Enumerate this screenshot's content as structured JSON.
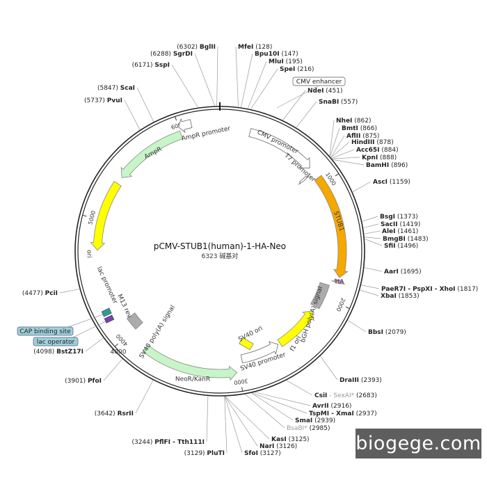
{
  "plasmid": {
    "name": "pCMV-STUB1(human)-1-HA-Neo",
    "size_text": "6323 碱基对",
    "length": 6323
  },
  "ticks": [
    {
      "pos": 1000,
      "label": "1000"
    },
    {
      "pos": 2000,
      "label": "2000"
    },
    {
      "pos": 3000,
      "label": "3000"
    },
    {
      "pos": 4000,
      "label": "4000"
    },
    {
      "pos": 5000,
      "label": "5000"
    },
    {
      "pos": 6000,
      "label": "6000"
    }
  ],
  "features": [
    {
      "name": "CMV promoter",
      "label": "CMV promoter",
      "start": 250,
      "end": 830,
      "track": "r4",
      "style": "outline",
      "color": "#ffffff"
    },
    {
      "name": "T7 promoter",
      "label": "T7 promoter",
      "start": 860,
      "end": 880,
      "track": "r3",
      "style": "outline",
      "color": "#ffffff"
    },
    {
      "name": "STUB1",
      "label": "STUB1",
      "start": 935,
      "end": 1800,
      "track": "r2",
      "style": "fill",
      "color": "#f5a800"
    },
    {
      "name": "HA",
      "label": "HA",
      "start": 1820,
      "end": 1850,
      "track": "r2",
      "style": "fill",
      "color": "#d7a0e0"
    },
    {
      "name": "bGH poly(A) signal",
      "label": "bGH poly(A) signal",
      "start": 1885,
      "end": 2110,
      "track": "r3",
      "style": "box",
      "color": "#a9abad"
    },
    {
      "name": "f1 ori",
      "label": "f1 ori",
      "start": 2160,
      "end": 2580,
      "track": "r3",
      "style": "fill",
      "color": "#ffff00"
    },
    {
      "name": "SV40 promoter",
      "label": "SV40 promoter",
      "start": 2600,
      "end": 2960,
      "track": "r3",
      "style": "outline",
      "color": "#ffffff"
    },
    {
      "name": "NeoR/KanR",
      "label": "NeoR/KanR",
      "start": 3020,
      "end": 3820,
      "track": "r2",
      "style": "fill",
      "color": "#c8f5c8"
    },
    {
      "name": "SV40 poly(A) signal",
      "label": "SV40 poly(A) signal",
      "start": 3990,
      "end": 4110,
      "track": "r3",
      "style": "box",
      "color": "#a9abad"
    },
    {
      "name": "ori",
      "label": "ori",
      "start": 4750,
      "end": 5330,
      "track": "r2",
      "style": "fill",
      "color": "#ffff00"
    },
    {
      "name": "AmpR",
      "label": "AmpR",
      "start": 5390,
      "end": 6000,
      "track": "r2",
      "style": "fill",
      "color": "#c8f5c8"
    },
    {
      "name": "AmpR promoter",
      "label": "AmpR promoter",
      "start": 6000,
      "end": 6100,
      "track": "r1",
      "style": "outline",
      "color": "#ffffff"
    }
  ],
  "inner_labels": [
    {
      "text": "CMV promoter",
      "rot": 27
    },
    {
      "text": "T7 promoter",
      "rot": 42
    },
    {
      "text": "STUB1",
      "rot": 72
    },
    {
      "text": "HA",
      "rot": 0
    },
    {
      "text": "bGH poly(A) signal",
      "rot": -72
    },
    {
      "text": "f1 ori",
      "rot": -62
    },
    {
      "text": "SV40 promoter",
      "rot": -18
    },
    {
      "text": "NeoR/KanR",
      "rot": 0
    },
    {
      "text": "SV40 poly(A) signal",
      "rot": -58
    },
    {
      "text": "ori",
      "rot": 90
    },
    {
      "text": "AmpR",
      "rot": -28
    },
    {
      "text": "AmpR promoter",
      "rot": -12
    },
    {
      "text": "M13 rev",
      "rot": 65
    },
    {
      "text": "lac promoter",
      "rot": 65
    },
    {
      "text": "SV40 ori",
      "rot": -28
    },
    {
      "text": "4000",
      "rot": 0
    }
  ],
  "small_features": [
    {
      "name": "lac operator",
      "color": "#2b9b9b"
    },
    {
      "name": "CAP binding site",
      "color": "#7a3fb0"
    }
  ],
  "sites": [
    {
      "name": "BglII",
      "pos": "(6302)"
    },
    {
      "name": "SgrDI",
      "pos": "(6288)"
    },
    {
      "name": "SspI",
      "pos": "(6171)"
    },
    {
      "name": "ScaI",
      "pos": "(5847)"
    },
    {
      "name": "PvuI",
      "pos": "(5737)"
    },
    {
      "name": "MfeI",
      "pos": "(128)"
    },
    {
      "name": "Bpu10I",
      "pos": "(147)"
    },
    {
      "name": "MluI",
      "pos": "(195)"
    },
    {
      "name": "SpeI",
      "pos": "(216)"
    },
    {
      "name": "NdeI",
      "pos": "(451)"
    },
    {
      "name": "SnaBI",
      "pos": "(557)"
    },
    {
      "name": "NheI",
      "pos": "(862)"
    },
    {
      "name": "BmtI",
      "pos": "(866)"
    },
    {
      "name": "AflII",
      "pos": "(875)"
    },
    {
      "name": "HindIII",
      "pos": "(878)"
    },
    {
      "name": "Acc65I",
      "pos": "(884)"
    },
    {
      "name": "KpnI",
      "pos": "(888)"
    },
    {
      "name": "BamHI",
      "pos": "(896)"
    },
    {
      "name": "AscI",
      "pos": "(1159)"
    },
    {
      "name": "BsgI",
      "pos": "(1373)"
    },
    {
      "name": "SacII",
      "pos": "(1419)"
    },
    {
      "name": "AleI",
      "pos": "(1461)"
    },
    {
      "name": "BmgBI",
      "pos": "(1483)"
    },
    {
      "name": "SfiI",
      "pos": "(1496)"
    },
    {
      "name": "AarI",
      "pos": "(1695)"
    },
    {
      "name": "PaeR7I - PspXI - XhoI",
      "pos": "(1817)"
    },
    {
      "name": "XbaI",
      "pos": "(1853)"
    },
    {
      "name": "BbsI",
      "pos": "(2079)"
    },
    {
      "name": "DraIII",
      "pos": "(2393)"
    },
    {
      "name": "CsiI",
      "pos": "(2683)",
      "extra": " - SexAI*"
    },
    {
      "name": "AvrII",
      "pos": "(2916)"
    },
    {
      "name": "TspMI - XmaI",
      "pos": "(2937)"
    },
    {
      "name": "SmaI",
      "pos": "(2939)"
    },
    {
      "name": "BsaBI*",
      "pos": "(2985)"
    },
    {
      "name": "KasI",
      "pos": "(3125)"
    },
    {
      "name": "NarI",
      "pos": "(3126)"
    },
    {
      "name": "SfoI",
      "pos": "(3127)"
    },
    {
      "name": "PluTI",
      "pos": "(3129)"
    },
    {
      "name": "PflFI - Tth111I",
      "pos": "(3244)"
    },
    {
      "name": "RsrII",
      "pos": "(3642)"
    },
    {
      "name": "PfoI",
      "pos": "(3901)"
    },
    {
      "name": "BstZ17I",
      "pos": "(4098)"
    },
    {
      "name": "PciI",
      "pos": "(4477)"
    }
  ],
  "feature_boxes": [
    {
      "name": "CMV enhancer"
    },
    {
      "name": "CAP binding site"
    },
    {
      "name": "lac operator"
    }
  ],
  "watermark": "biogege.com"
}
